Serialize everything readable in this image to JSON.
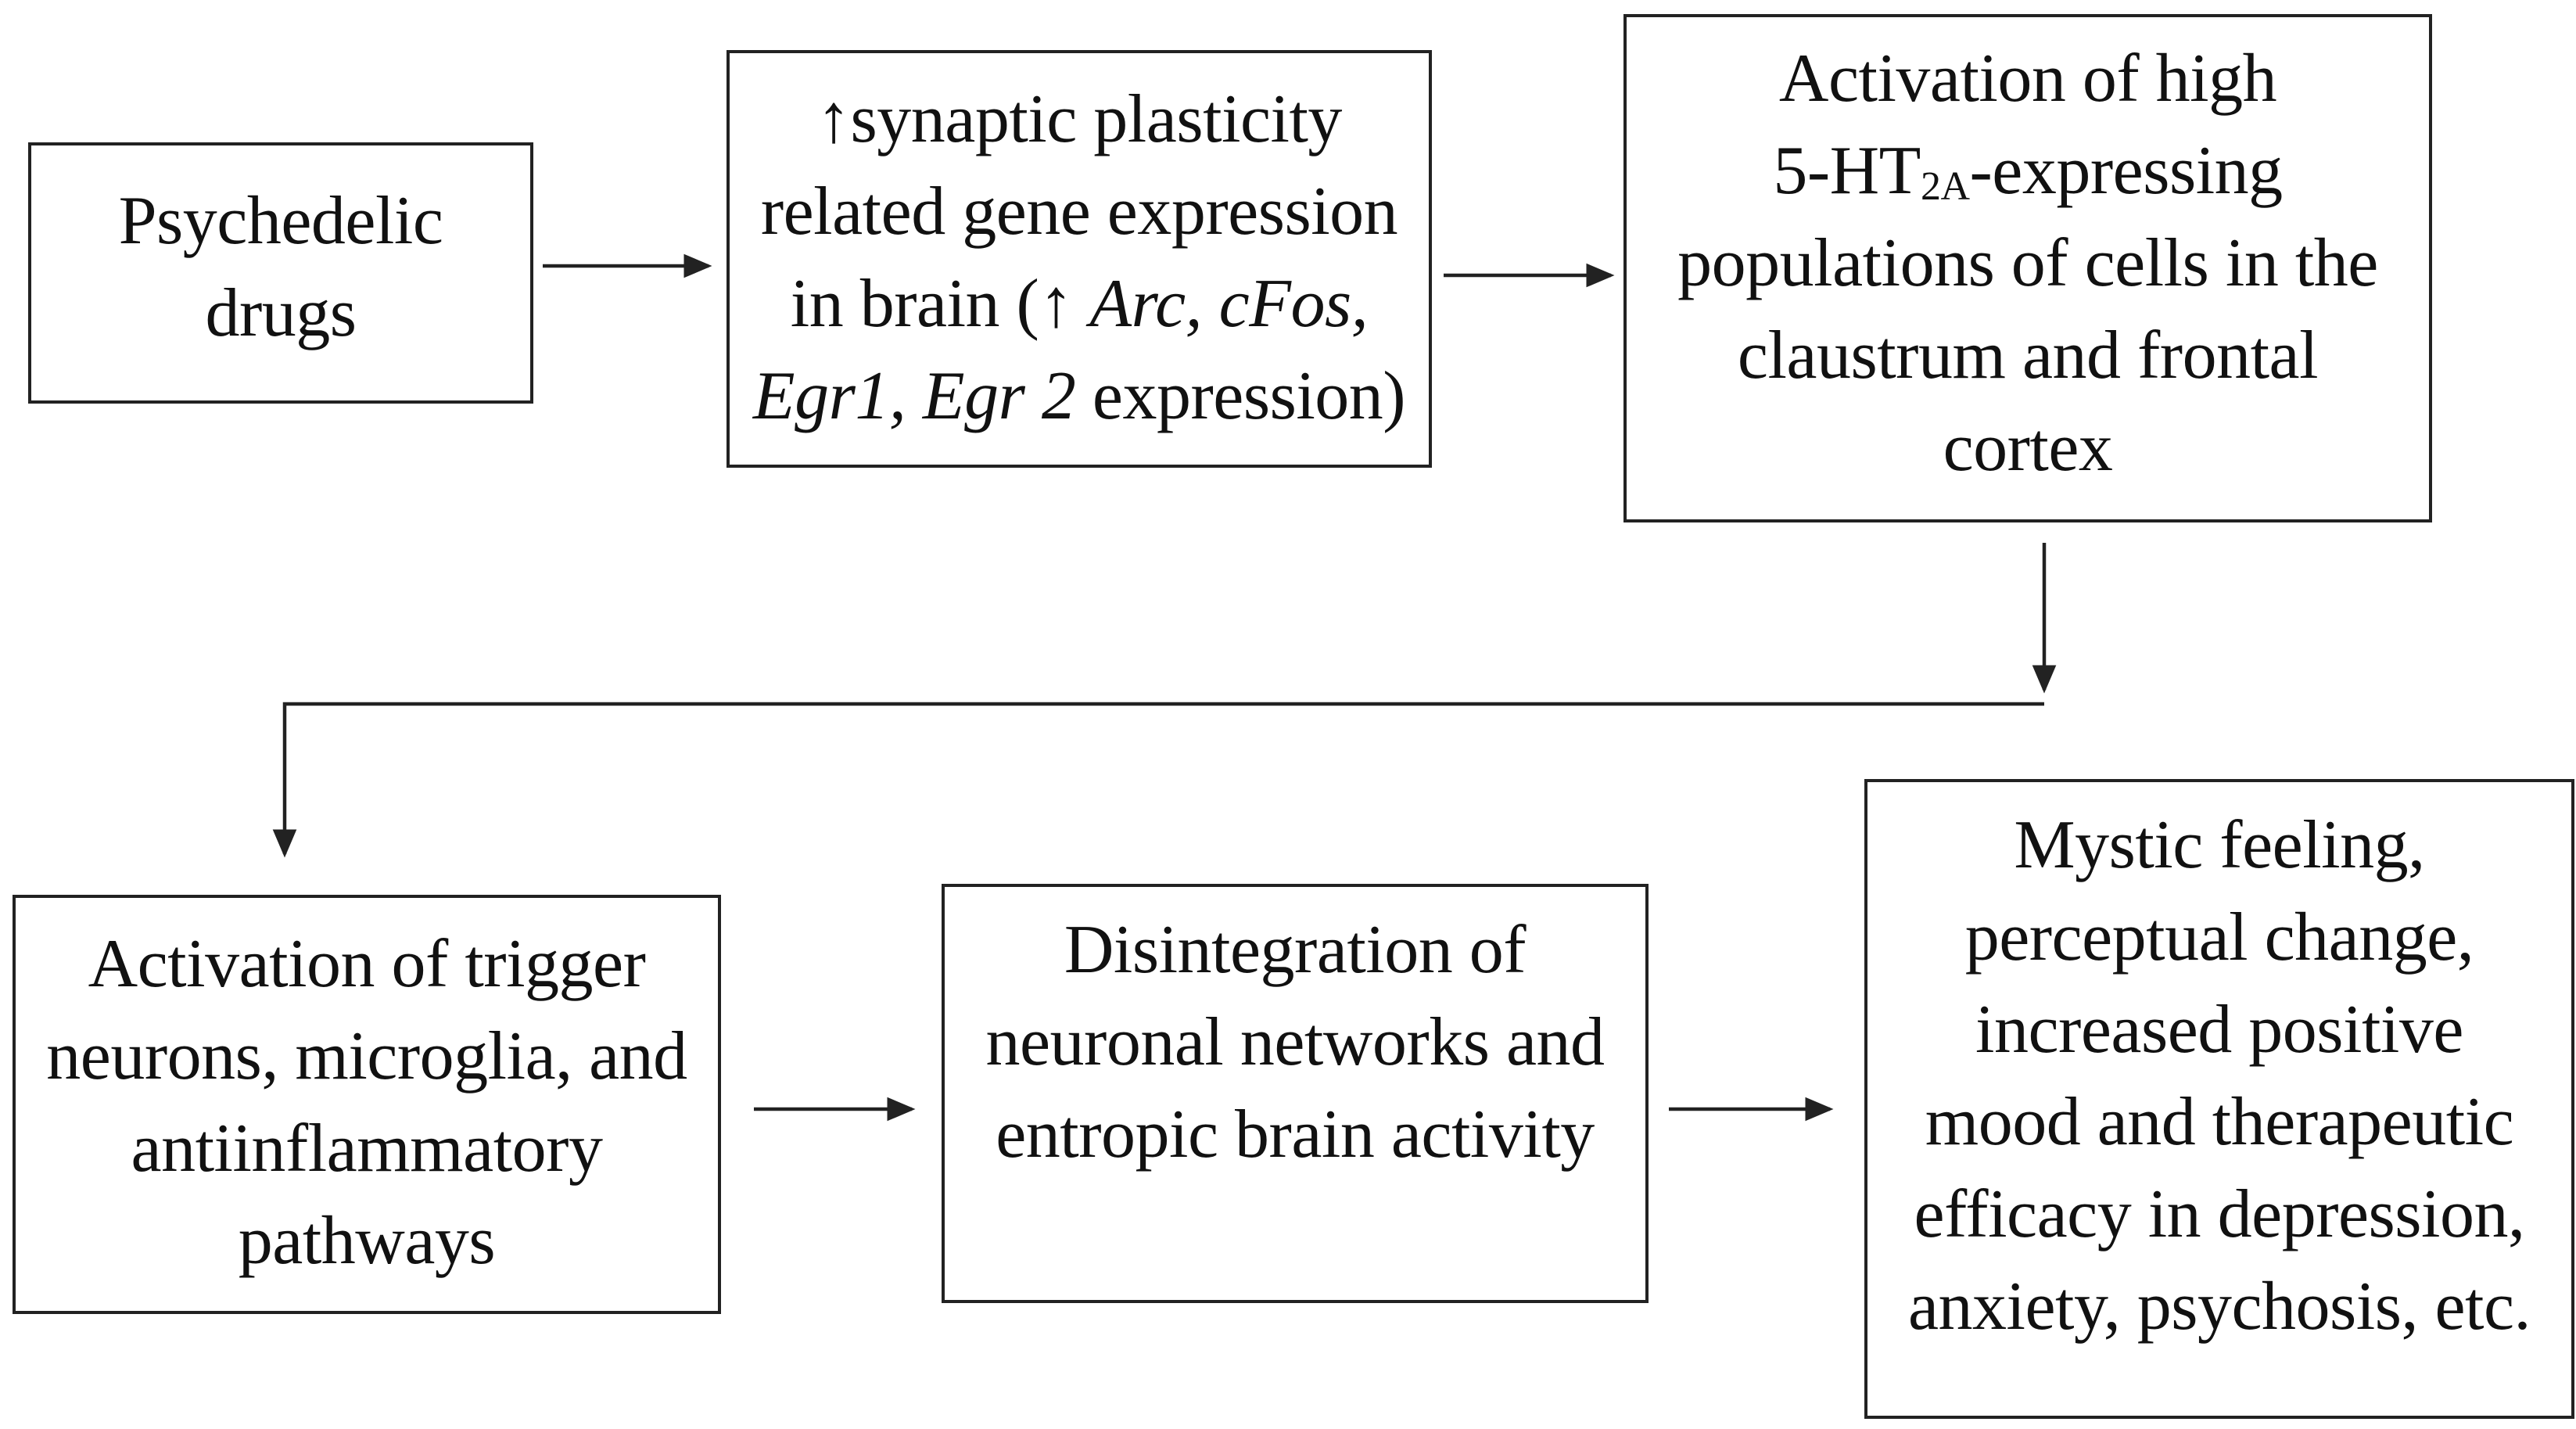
{
  "diagram": {
    "boxes": {
      "psychedelic_drugs": {
        "lines": [
          "Psychedelic",
          "drugs"
        ]
      },
      "gene_expression": {
        "line1": "↑synaptic plasticity",
        "line2": "related gene expression",
        "line3_a": "in brain (↑ ",
        "line3_b": "Arc, cFos,",
        "line4_a": "Egr1, Egr 2",
        "line4_b": " expression)"
      },
      "activation_5ht2a": {
        "line1": "Activation of high",
        "line2_a": "5-HT",
        "line2_sub": "2A",
        "line2_b": "-expressing",
        "line3": "populations of cells in the",
        "line4": "claustrum and frontal",
        "line5": "cortex"
      },
      "trigger_neurons": {
        "lines": [
          "Activation of trigger",
          "neurons, microglia, and",
          "antiinflammatory",
          "pathways"
        ]
      },
      "disintegration": {
        "lines": [
          "Disintegration of",
          "neuronal networks and",
          "entropic brain activity"
        ]
      },
      "mystic_feeling": {
        "lines": [
          "Mystic feeling,",
          "perceptual change,",
          "increased positive",
          "mood and therapeutic",
          "efficacy in depression,",
          "anxiety, psychosis, etc."
        ]
      }
    },
    "colors": {
      "stroke": "#222222",
      "text": "#111111",
      "background": "#ffffff"
    }
  }
}
